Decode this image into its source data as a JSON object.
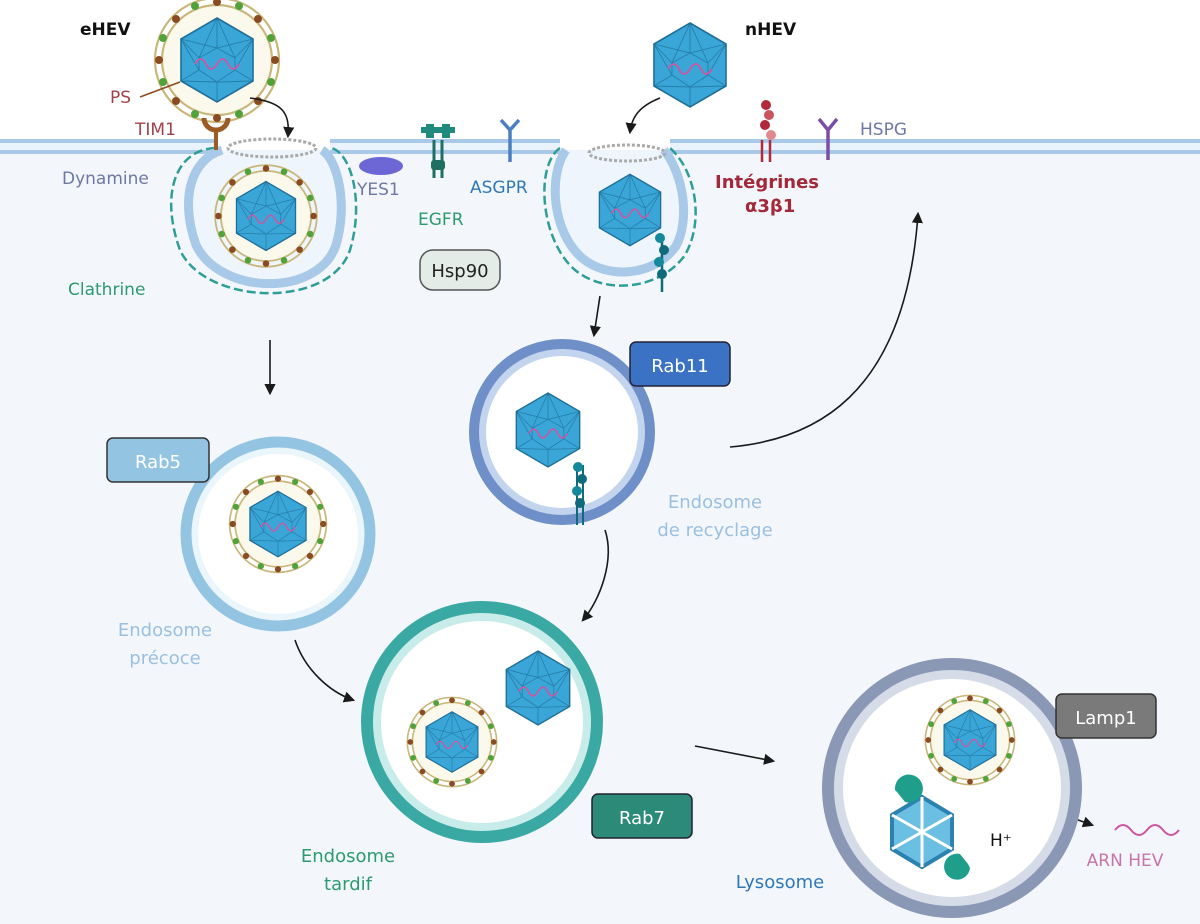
{
  "virus_labels": {
    "ehev": "eHEV",
    "nhev": "nHEV"
  },
  "receptor_labels": {
    "ps": "PS",
    "tim1": "TIM1",
    "dynamine": "Dynamine",
    "yes1": "YES1",
    "egfr": "EGFR",
    "asgpr": "ASGPR",
    "integrines_line1": "Intégrines",
    "integrines_line2": "α3β1",
    "hspg": "HSPG",
    "clathrine": "Clathrine",
    "hsp90": "Hsp90"
  },
  "rab_labels": {
    "rab5": "Rab5",
    "rab11": "Rab11",
    "rab7": "Rab7",
    "lamp1": "Lamp1"
  },
  "compartment_labels": {
    "early_line1": "Endosome",
    "early_line2": "précoce",
    "recycling_line1": "Endosome",
    "recycling_line2": "de recyclage",
    "late_line1": "Endosome",
    "late_line2": "tardif",
    "lysosome": "Lysosome"
  },
  "misc_labels": {
    "proton": "H⁺",
    "arn": "ARN HEV"
  },
  "colors": {
    "capsid": "#3aa6d8",
    "capsid_edge": "#1f6f98",
    "rna": "#d0559e",
    "membrane": "#a9c9e8",
    "cytoplasm": "#f3f7fc",
    "clathrin": "#2e9e96",
    "rab5": "#93c5e3",
    "rab11": "#3b72c4",
    "rab7": "#2b8a78",
    "lamp1": "#7a7a7a",
    "integrin": "#b02a3c",
    "hspg": "#7b4fa8"
  }
}
